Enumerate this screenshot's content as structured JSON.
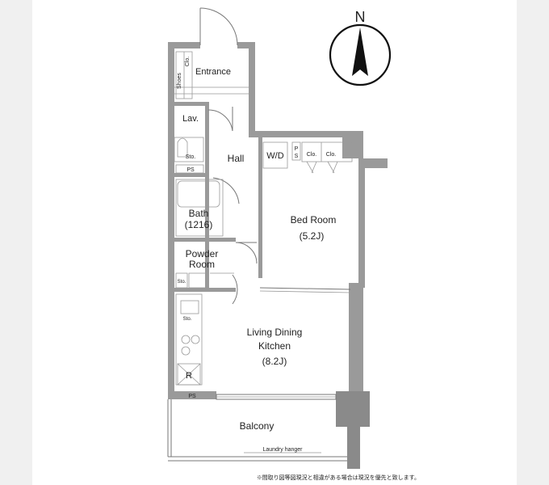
{
  "compass": {
    "letter": "N"
  },
  "rooms": {
    "entrance": "Entrance",
    "shoes": "Shoes",
    "clo": "Clo.",
    "lav": "Lav.",
    "sto": "Sto.",
    "ps": "PS",
    "hall": "Hall",
    "wd": "W/D",
    "p": "P",
    "s": "S",
    "bath_line1": "Bath",
    "bath_line2": "(1216)",
    "bed_line1": "Bed Room",
    "bed_line2": "(5.2J)",
    "powder_line1": "Powder",
    "powder_line2": "Room",
    "living_line1": "Living Dining",
    "living_line2": "Kitchen",
    "living_line3": "(8.2J)",
    "fridge": "R",
    "balcony": "Balcony",
    "laundry": "Laundry hanger"
  },
  "note": "※間取り図等図現況と相違がある場合は現況を優先と致します。"
}
